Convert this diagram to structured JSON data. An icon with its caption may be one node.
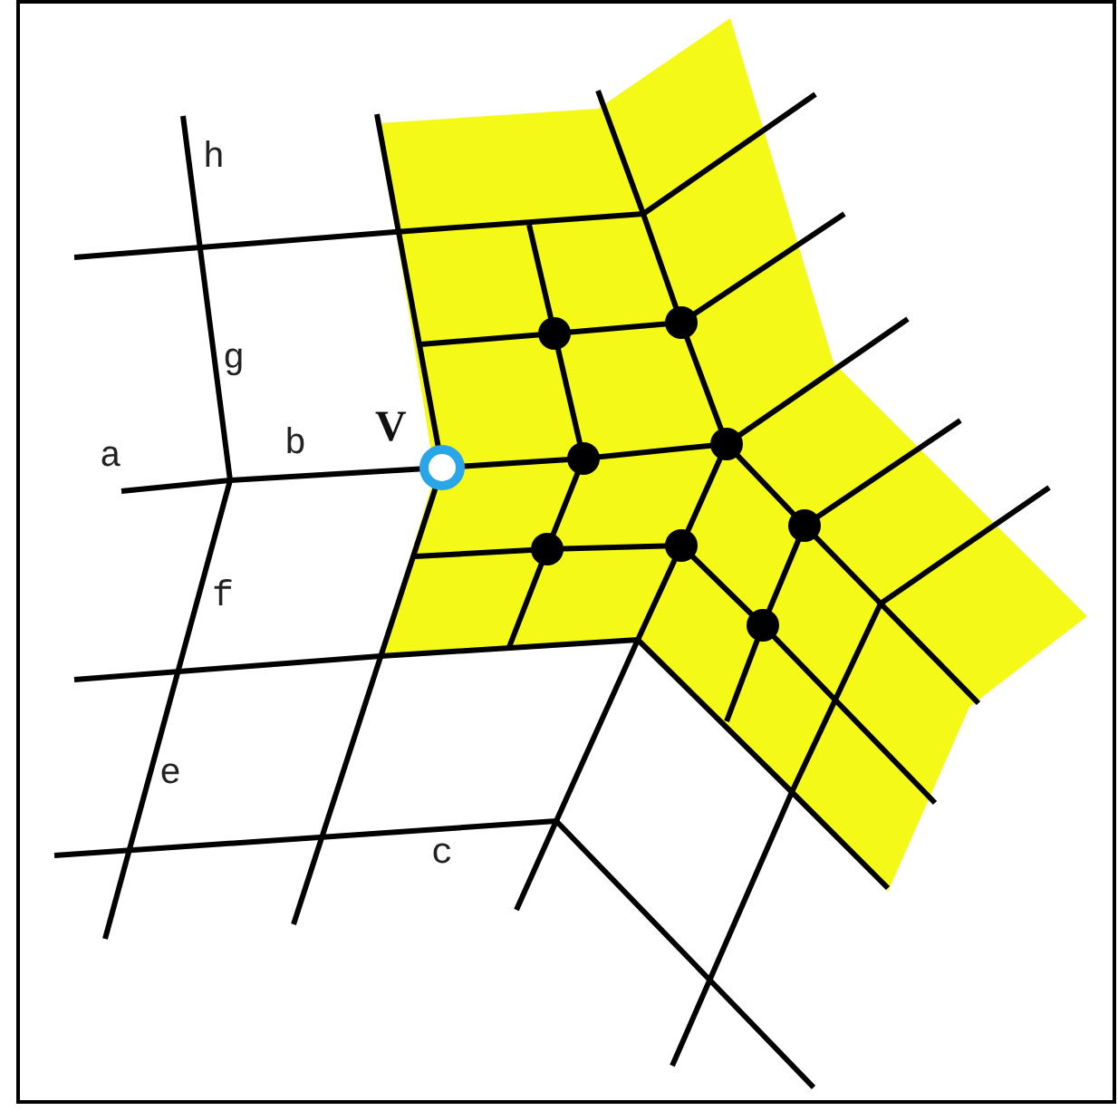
{
  "diagram": {
    "labels": [
      "h",
      "g",
      "V",
      "b",
      "a",
      "f",
      "e",
      "c"
    ]
  }
}
